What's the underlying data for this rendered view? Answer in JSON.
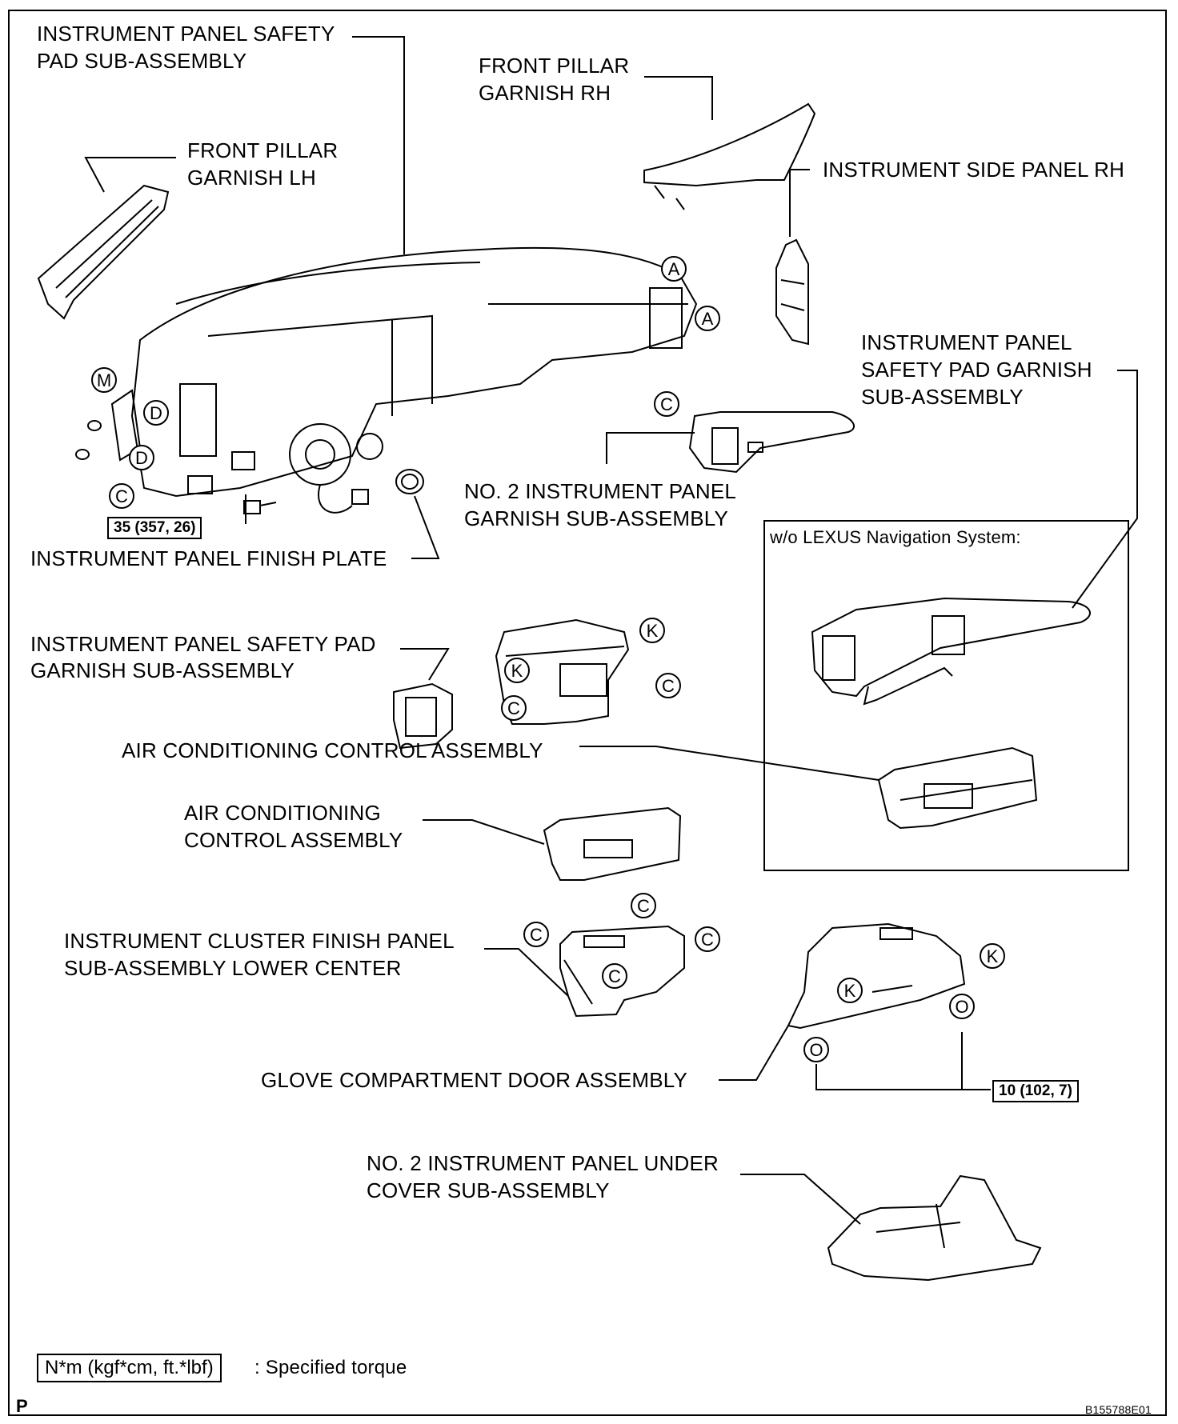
{
  "labels": {
    "safety_pad": [
      "INSTRUMENT PANEL SAFETY",
      "PAD SUB-ASSEMBLY"
    ],
    "pillar_rh": [
      "FRONT PILLAR",
      "GARNISH RH"
    ],
    "pillar_lh": [
      "FRONT PILLAR",
      "GARNISH LH"
    ],
    "side_panel_rh": "INSTRUMENT SIDE PANEL RH",
    "pad_garnish_right": [
      "INSTRUMENT PANEL",
      "SAFETY PAD GARNISH",
      "SUB-ASSEMBLY"
    ],
    "no2_garnish": [
      "NO. 2 INSTRUMENT PANEL",
      "GARNISH SUB-ASSEMBLY"
    ],
    "finish_plate": "INSTRUMENT PANEL FINISH PLATE",
    "pad_garnish_left": [
      "INSTRUMENT PANEL SAFETY PAD",
      "GARNISH SUB-ASSEMBLY"
    ],
    "ac_control_1": "AIR CONDITIONING CONTROL ASSEMBLY",
    "ac_control_2": [
      "AIR CONDITIONING",
      "CONTROL ASSEMBLY"
    ],
    "cluster_finish": [
      "INSTRUMENT CLUSTER FINISH PANEL",
      "SUB-ASSEMBLY LOWER CENTER"
    ],
    "glove_door": "GLOVE COMPARTMENT DOOR ASSEMBLY",
    "under_cover": [
      "NO. 2 INSTRUMENT PANEL UNDER",
      "COVER SUB-ASSEMBLY"
    ]
  },
  "inset_title": "w/o LEXUS Navigation System:",
  "torque_values": [
    "35 (357, 26)",
    "10 (102, 7)"
  ],
  "legend": {
    "box": "N*m (kgf*cm, ft.*lbf)",
    "text": ": Specified torque"
  },
  "corner_letter": "P",
  "figure_id": "B155788E01",
  "clip_markers": {
    "A": "A",
    "C": "C",
    "D": "D",
    "M": "M",
    "K": "K",
    "O": "O"
  }
}
